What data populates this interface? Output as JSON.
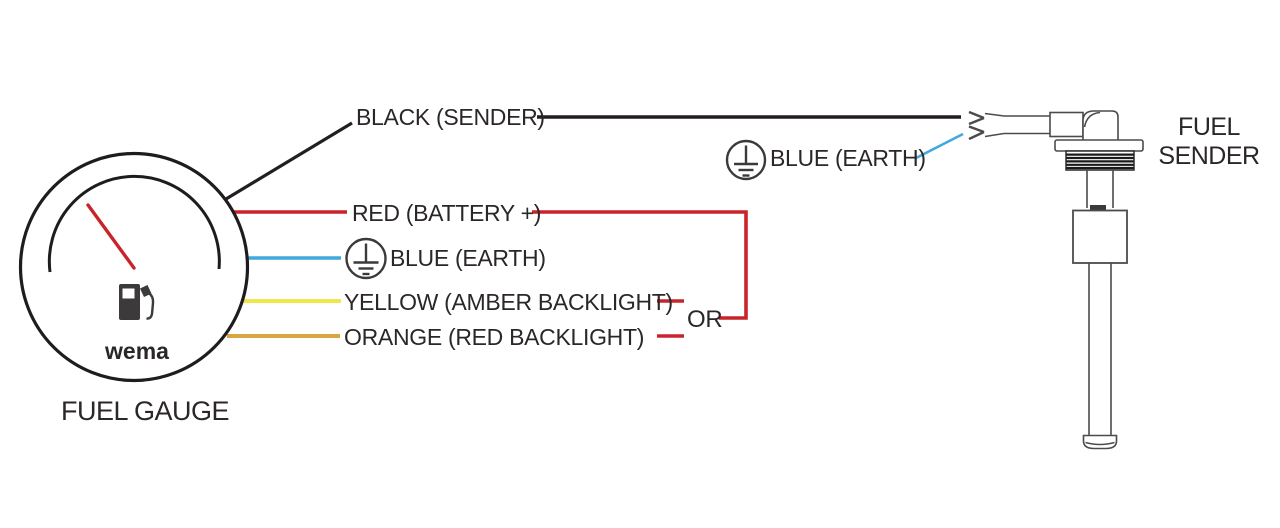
{
  "gauge": {
    "brand": "wema",
    "caption": "FUEL GAUGE",
    "needle_color": "#c9242a"
  },
  "sender": {
    "caption_line1": "FUEL",
    "caption_line2": "SENDER"
  },
  "wires": {
    "black_sender": {
      "label": "BLACK (SENDER)",
      "color": "#231f20"
    },
    "red_battery": {
      "label": "RED (BATTERY +)",
      "color": "#c9242a"
    },
    "blue_earth_gauge": {
      "label": "BLUE (EARTH)",
      "color": "#41a9db"
    },
    "yellow_backlight": {
      "label": "YELLOW (AMBER BACKLIGHT)",
      "color": "#f0e74a"
    },
    "orange_backlight": {
      "label": "ORANGE (RED BACKLIGHT)",
      "color": "#d9a53f"
    },
    "blue_earth_sender": {
      "label": "BLUE (EARTH)",
      "color": "#41a9db"
    }
  },
  "or_connector": {
    "label": "OR",
    "color": "#c9242a"
  },
  "line_art_color": "#4b4b4b"
}
